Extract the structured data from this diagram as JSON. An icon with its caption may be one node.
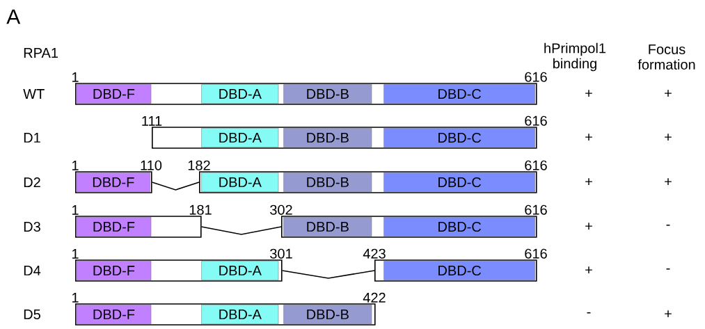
{
  "diagram": {
    "nodes": [
      {
        "text": [],
        "shape": "box",
        "beside": [
          "1",
          "616"
        ]
      },
      {
        "text": [
          "DBD-F"
        ],
        "in": 0
      },
      {
        "text": [
          "DBD-A"
        ],
        "in": 0
      },
      {
        "text": [
          "DBD-B"
        ],
        "in": 0
      },
      {
        "text": [
          "DBD-C"
        ],
        "in": 0
      },
      {
        "text": [],
        "shape": "box",
        "beside": [
          "111",
          "616"
        ]
      },
      {
        "text": [
          "DBD-A"
        ],
        "in": 5
      },
      {
        "text": [
          "DBD-B"
        ],
        "in": 5
      },
      {
        "text": [
          "DBD-C"
        ],
        "in": 5
      },
      {
        "text": [],
        "shape": "box",
        "beside": [
          "1",
          "110"
        ]
      },
      {
        "text": [
          "DBD-F"
        ],
        "in": 9
      },
      {
        "text": [],
        "shape": "box",
        "beside": [
          "182",
          "616"
        ]
      },
      {
        "text": [
          "DBD-A"
        ],
        "in": 11
      },
      {
        "text": [
          "DBD-B"
        ],
        "in": 11
      },
      {
        "text": [
          "DBD-C"
        ],
        "in": 11
      },
      {
        "text": [],
        "shape": "box",
        "beside": [
          "1",
          "181"
        ]
      },
      {
        "text": [
          "DBD-F"
        ],
        "in": 15
      },
      {
        "text": [],
        "shape": "box",
        "beside": [
          "302",
          "616"
        ]
      },
      {
        "text": [
          "DBD-B"
        ],
        "in": 17
      },
      {
        "text": [
          "DBD-C"
        ],
        "in": 17
      },
      {
        "text": [],
        "shape": "box",
        "beside": [
          "1",
          "301"
        ]
      },
      {
        "text": [
          "DBD-F"
        ],
        "in": 20
      },
      {
        "text": [
          "DBD-A"
        ],
        "in": 20
      },
      {
        "text": [],
        "shape": "box",
        "beside": [
          "423",
          "616"
        ]
      },
      {
        "text": [
          "DBD-C"
        ],
        "in": 23
      },
      {
        "text": [],
        "shape": "box",
        "beside": [
          "1",
          "422"
        ]
      },
      {
        "text": [
          "DBD-F"
        ],
        "in": 25
      },
      {
        "text": [
          "DBD-A"
        ],
        "in": 25
      },
      {
        "text": [
          "DBD-B"
        ],
        "in": 25
      }
    ],
    "edges": [
      {
        "from": 9,
        "to": 11,
        "arrow": "none"
      },
      {
        "from": 15,
        "to": 17,
        "arrow": "none"
      },
      {
        "from": 20,
        "to": 23,
        "arrow": "none"
      }
    ],
    "labels": [
      "A",
      "RPA1",
      "hPrimpol1 binding",
      "Focus formation",
      "WT",
      "+",
      "+",
      "D1",
      "+",
      "+",
      "D2",
      "+",
      "+",
      "D3",
      "+",
      "-",
      "D4",
      "+",
      "-",
      "D5",
      "-",
      "+"
    ]
  }
}
